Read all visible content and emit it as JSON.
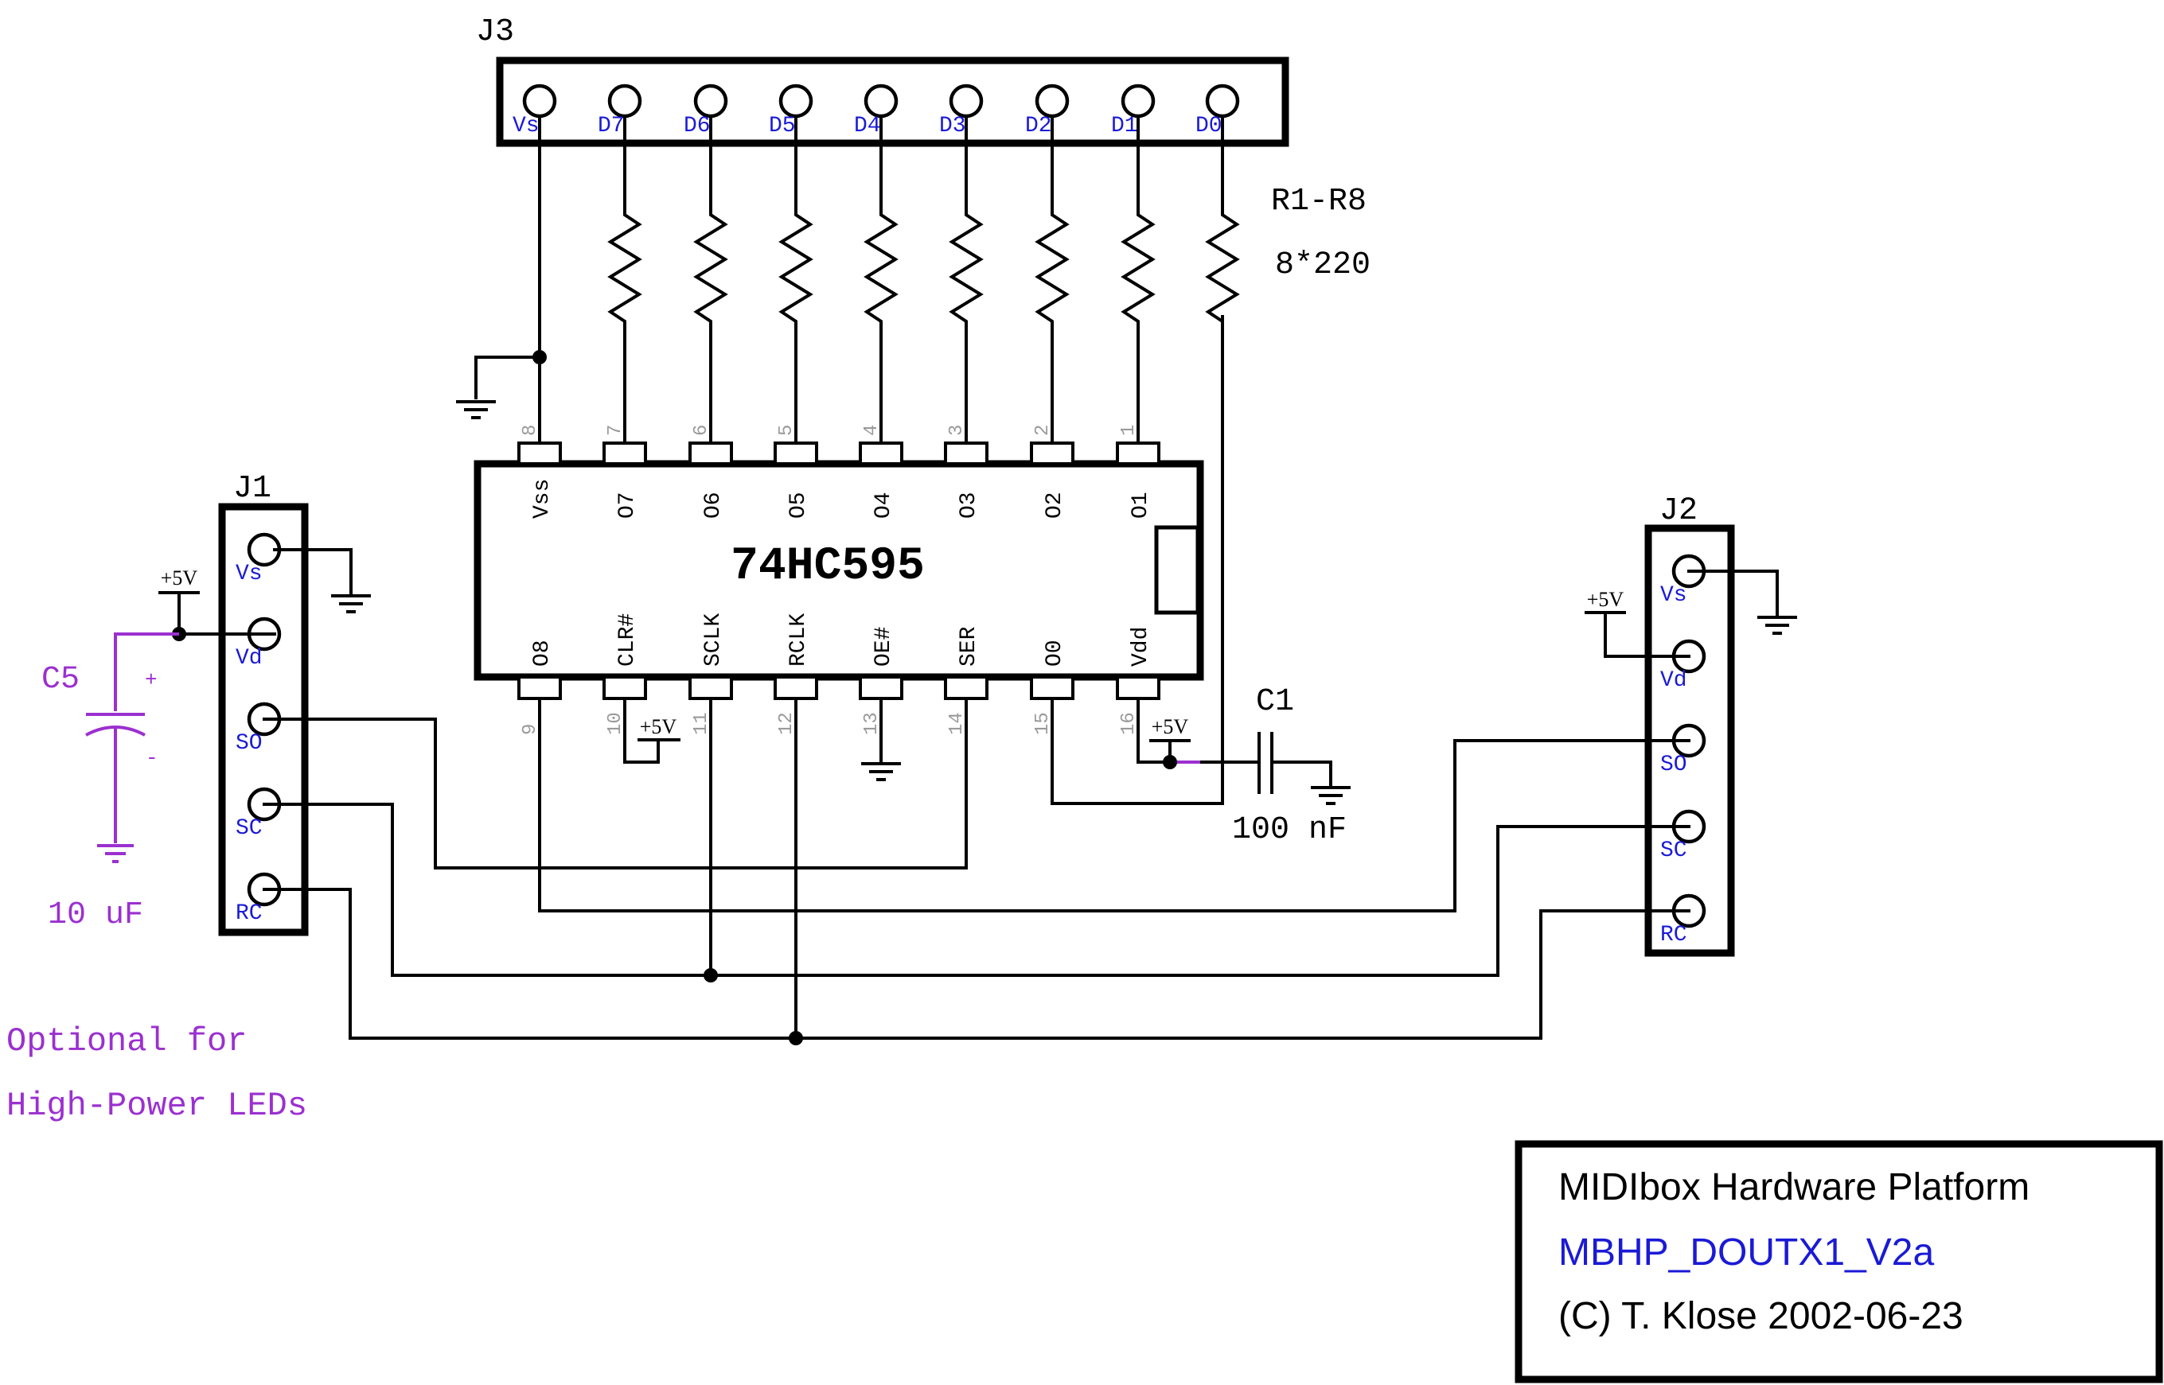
{
  "connectors": {
    "j3": {
      "name": "J3",
      "pins": [
        "Vs",
        "D7",
        "D6",
        "D5",
        "D4",
        "D3",
        "D2",
        "D1",
        "D0"
      ]
    },
    "j1": {
      "name": "J1",
      "pins": [
        "Vs",
        "Vd",
        "SO",
        "SC",
        "RC"
      ]
    },
    "j2": {
      "name": "J2",
      "pins": [
        "Vs",
        "Vd",
        "SO",
        "SC",
        "RC"
      ]
    }
  },
  "ic": {
    "name": "74HC595",
    "top_pins": [
      {
        "num": "8",
        "label": "Vss"
      },
      {
        "num": "7",
        "label": "O7"
      },
      {
        "num": "6",
        "label": "O6"
      },
      {
        "num": "5",
        "label": "O5"
      },
      {
        "num": "4",
        "label": "O4"
      },
      {
        "num": "3",
        "label": "O3"
      },
      {
        "num": "2",
        "label": "O2"
      },
      {
        "num": "1",
        "label": "O1"
      }
    ],
    "bottom_pins": [
      {
        "num": "9",
        "label": "O8"
      },
      {
        "num": "10",
        "label": "CLR#"
      },
      {
        "num": "11",
        "label": "SCLK"
      },
      {
        "num": "12",
        "label": "RCLK"
      },
      {
        "num": "13",
        "label": "OE#"
      },
      {
        "num": "14",
        "label": "SER"
      },
      {
        "num": "15",
        "label": "O0"
      },
      {
        "num": "16",
        "label": "Vdd"
      }
    ]
  },
  "resistors": {
    "name": "R1-R8",
    "value": "8*220"
  },
  "capacitors": {
    "c1": {
      "name": "C1",
      "value": "100 nF"
    },
    "c5": {
      "name": "C5",
      "value": "10 uF",
      "plus": "+",
      "minus": "-"
    }
  },
  "power_label": "+5V",
  "note": {
    "line1": "Optional for",
    "line2": "High-Power LEDs"
  },
  "title_block": {
    "line1": "MIDIbox Hardware Platform",
    "line2": "MBHP_DOUTX1_V2a",
    "line3": "(C) T. Klose 2002-06-23"
  },
  "colors": {
    "wire": "#000000",
    "pin_label": "#1a1ad6",
    "optional": "#9b30d0",
    "pin_number": "#9a9a9a"
  }
}
